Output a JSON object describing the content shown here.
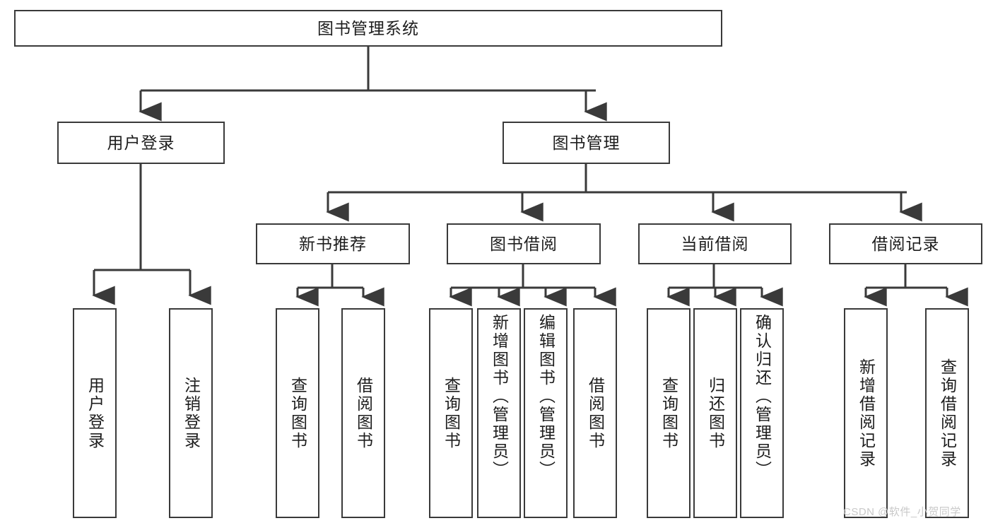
{
  "diagram": {
    "title": "图书管理系统",
    "type": "tree-hierarchy-chart",
    "orientation": "top-down",
    "colors": {
      "box_border": "#3a3a3a",
      "box_fill": "#ffffff",
      "connector": "#3a3a3a",
      "text": "#1d1d1d",
      "watermark": "#c9c9c9",
      "background": "#ffffff"
    }
  },
  "watermark": {
    "text": "CSDN @软件_小贺同学"
  },
  "nodes": {
    "root": {
      "label": "图书管理系统"
    },
    "level2": [
      {
        "label": "用户登录"
      },
      {
        "label": "图书管理"
      }
    ],
    "level3": [
      {
        "label": "新书推荐"
      },
      {
        "label": "图书借阅"
      },
      {
        "label": "当前借阅"
      },
      {
        "label": "借阅记录"
      }
    ],
    "leaves": {
      "user_login": [
        {
          "label": "用户登录"
        },
        {
          "label": "注销登录"
        }
      ],
      "new_book_recommend": [
        {
          "label": "查询图书"
        },
        {
          "label": "借阅图书"
        }
      ],
      "book_borrow": [
        {
          "label": "查询图书"
        },
        {
          "label": "新增图书（管理员）"
        },
        {
          "label": "编辑图书（管理员）"
        },
        {
          "label": "借阅图书"
        }
      ],
      "current_borrow": [
        {
          "label": "查询图书"
        },
        {
          "label": "归还图书"
        },
        {
          "label": "确认归还（管理员）"
        }
      ],
      "borrow_records": [
        {
          "label": "新增借阅记录"
        },
        {
          "label": "查询借阅记录"
        }
      ]
    }
  }
}
